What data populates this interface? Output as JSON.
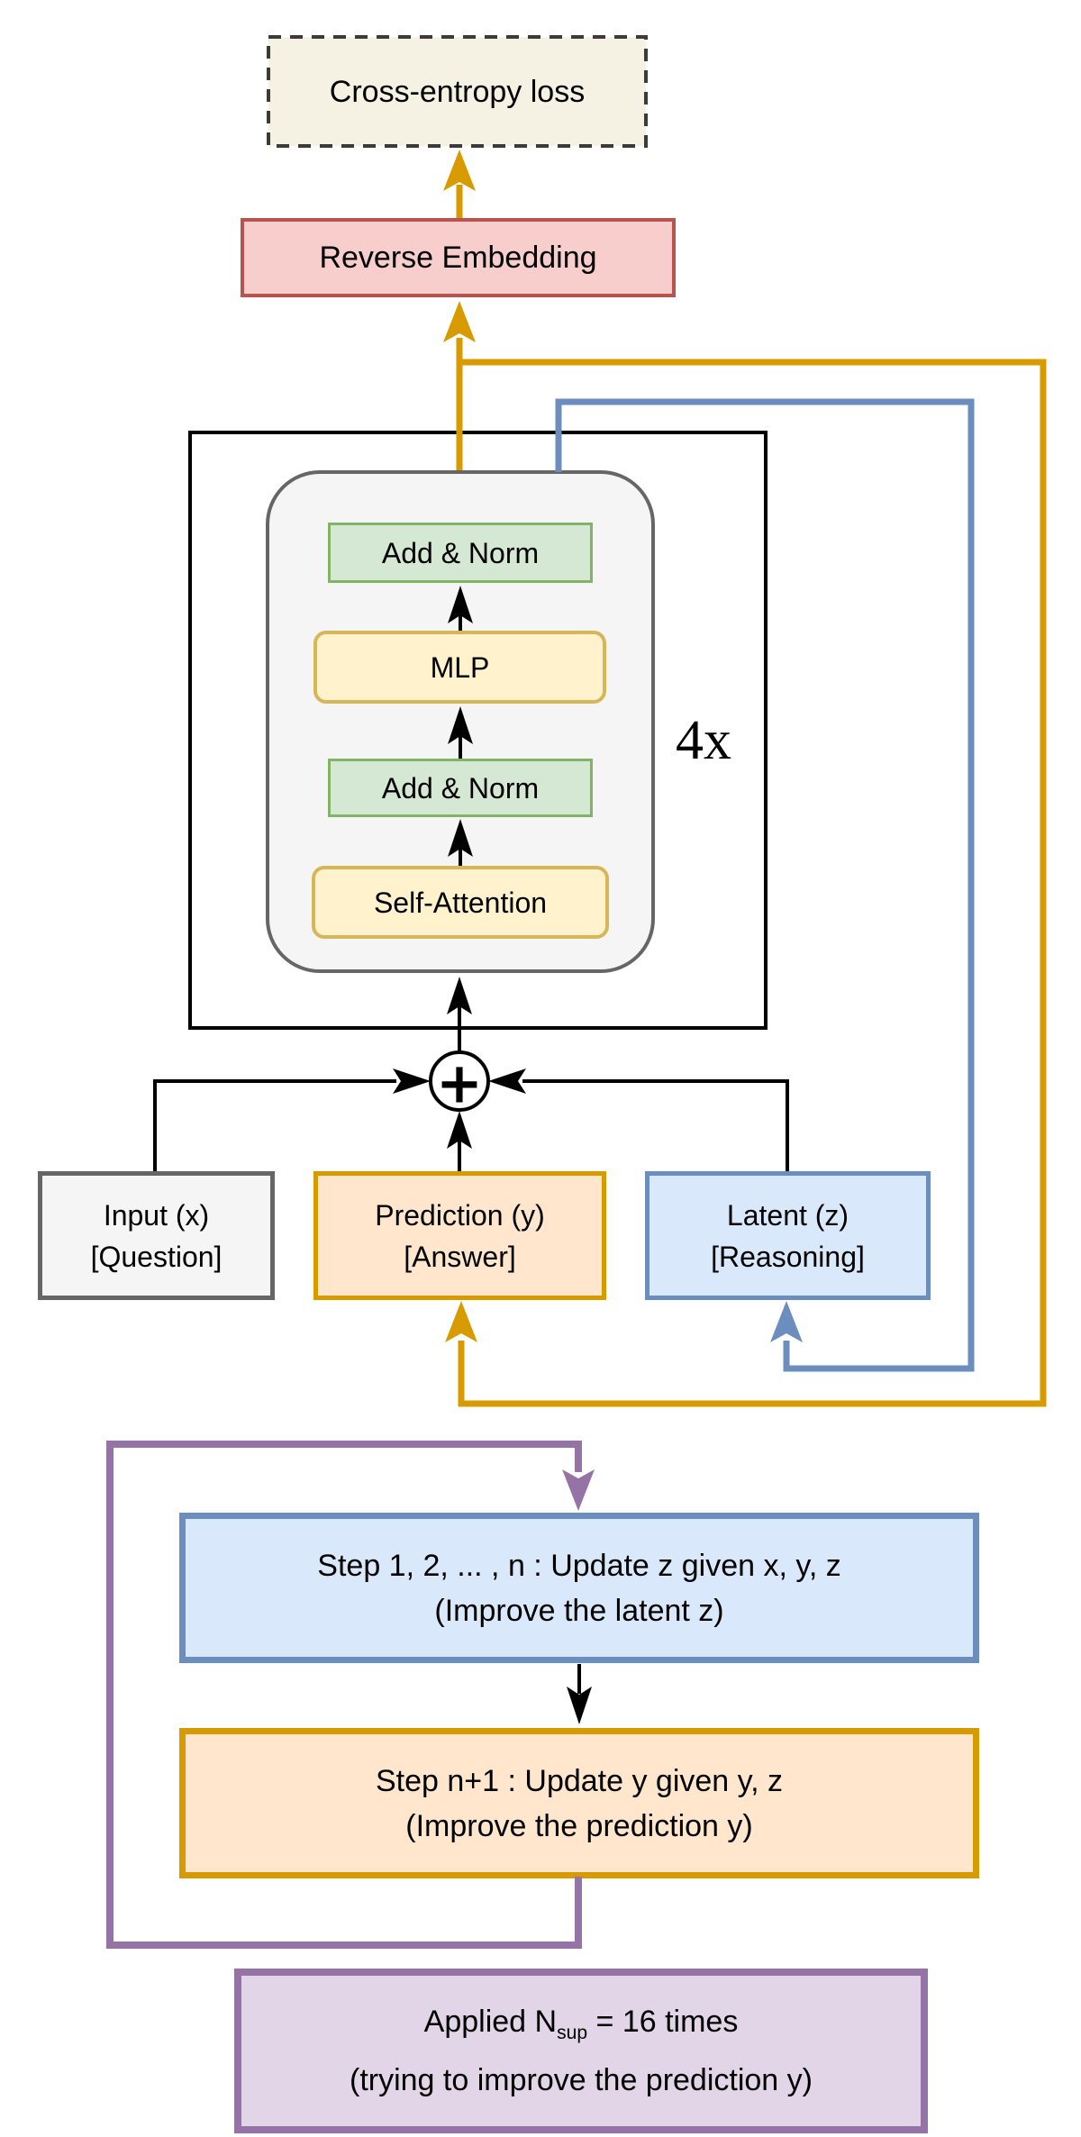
{
  "colors": {
    "orange_line": "#d79b00",
    "blue_line": "#6c8ebf",
    "purple_line": "#9673a6",
    "black_line": "#000000",
    "green_fill": "#d5e8d4",
    "green_stroke": "#82b366",
    "yellow_fill": "#fff2cc",
    "yellow_stroke": "#d6b656",
    "orange_fill": "#ffe6cc",
    "blue_fill": "#dae8fc",
    "purple_fill": "#e1d5e7",
    "pink_fill": "#f8cecc",
    "pink_stroke": "#b85450",
    "gray_fill": "#f5f5f5",
    "gray_stroke": "#666666",
    "cream_fill": "#f5f1e3"
  },
  "loss": {
    "label": "Cross-entropy loss"
  },
  "reverse_embedding": {
    "label": "Reverse Embedding"
  },
  "transformer_block": {
    "repeat": "4x",
    "add_norm_top": "Add & Norm",
    "mlp": "MLP",
    "add_norm_mid": "Add & Norm",
    "self_attention": "Self-Attention"
  },
  "combiner": {
    "symbol": "+"
  },
  "state_boxes": {
    "input": {
      "line1": "Input (x)",
      "line2": "[Question]"
    },
    "prediction": {
      "line1": "Prediction (y)",
      "line2": "[Answer]"
    },
    "latent": {
      "line1": "Latent (z)",
      "line2": "[Reasoning]"
    }
  },
  "loop": {
    "update_z": {
      "line1": "Step 1, 2, ... , n : Update z given x, y, z",
      "line2": "(Improve the latent z)"
    },
    "update_y": {
      "line1": "Step n+1 : Update y given y, z",
      "line2": "(Improve the prediction y)"
    },
    "applied": {
      "prefix": "Applied N",
      "subscript": "sup",
      "suffix": " = 16 times",
      "line2": "(trying to improve the prediction y)"
    }
  }
}
